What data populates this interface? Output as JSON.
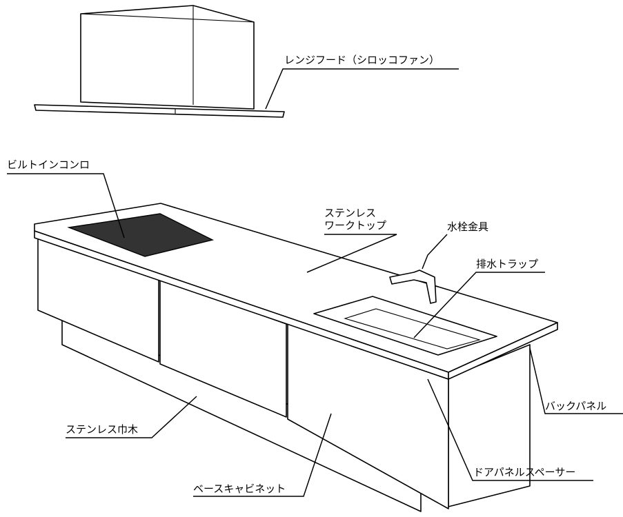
{
  "labels": {
    "range_hood": "レンジフード（シロッコファン）",
    "builtin_stove": "ビルトインコンロ",
    "stainless_worktop": "ステンレス\nワークトップ",
    "faucet": "水栓金具",
    "drain_trap": "排水トラップ",
    "back_panel": "バックパネル",
    "stainless_baseboard": "ステンレス巾木",
    "base_cabinet": "ベースキャビネット",
    "door_panel_spacer": "ドアパネルスペーサー"
  },
  "colors": {
    "line": "#000000",
    "stove_top": "#333333",
    "background": "#ffffff"
  }
}
